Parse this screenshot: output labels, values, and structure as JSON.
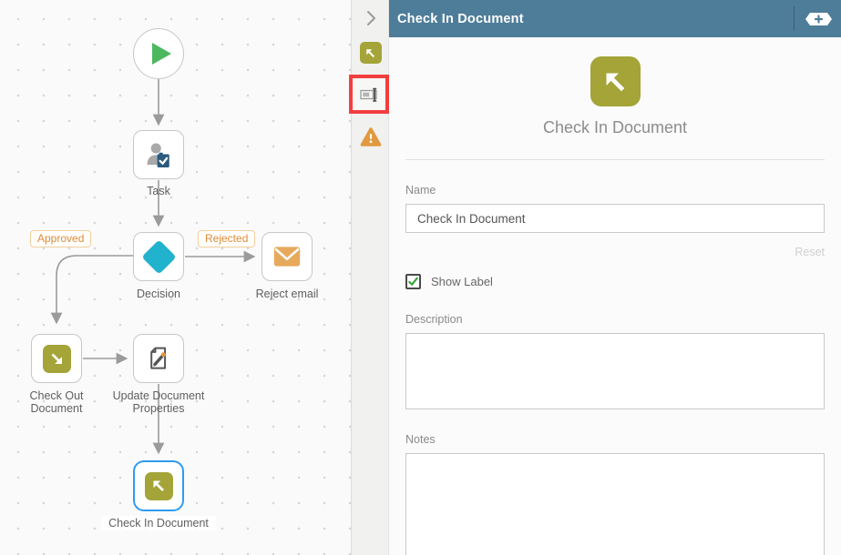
{
  "workflow": {
    "nodes": {
      "start": {
        "label": ""
      },
      "task": {
        "label": "Task"
      },
      "decision": {
        "label": "Decision"
      },
      "reject_email": {
        "label": "Reject email"
      },
      "check_out": {
        "label": "Check Out Document"
      },
      "update_props": {
        "label": "Update Document Properties"
      },
      "check_in": {
        "label": "Check In Document",
        "selected": true
      }
    },
    "edge_labels": {
      "approved": "Approved",
      "rejected": "Rejected"
    }
  },
  "panel": {
    "header_title": "Check In Document",
    "heading": "Check In Document",
    "name_label": "Name",
    "name_value": "Check In Document",
    "reset_label": "Reset",
    "show_label": "Show Label",
    "show_label_checked": true,
    "description_label": "Description",
    "description_value": "",
    "notes_label": "Notes",
    "notes_value": ""
  },
  "rail_icons": {
    "collapse": "chevron-right-icon",
    "step": "check-in-document-icon",
    "rename": "rename-text-cursor-icon",
    "errors": "warning-triangle-icon"
  },
  "colors": {
    "header_blue": "#4e7d99",
    "accent_olive": "#a4a438",
    "decision_teal": "#21b2cd",
    "start_green": "#4bb860",
    "email_orange": "#e7a95c",
    "warning_orange": "#e0993e",
    "edge_label_orange": "#e08b3a",
    "selection_blue": "#2e9bf0",
    "annotation_red": "#f23e3e",
    "connector_gray": "#9b9b9b"
  }
}
